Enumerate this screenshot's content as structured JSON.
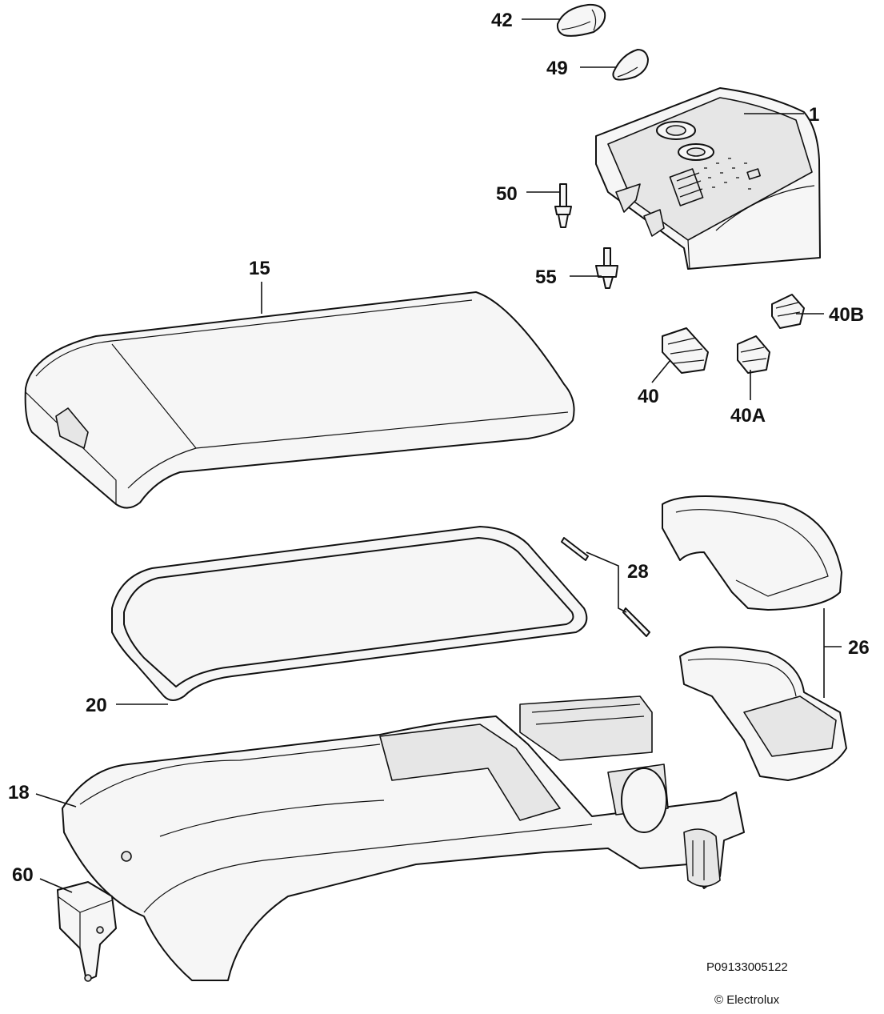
{
  "callouts": {
    "c42": "42",
    "c49": "49",
    "c1": "1",
    "c50": "50",
    "c55": "55",
    "c15": "15",
    "c40b": "40B",
    "c40": "40",
    "c40a": "40A",
    "c28": "28",
    "c26": "26",
    "c20": "20",
    "c18": "18",
    "c60": "60"
  },
  "footer": {
    "code": "P09133005122",
    "copyright": "© Electrolux"
  }
}
